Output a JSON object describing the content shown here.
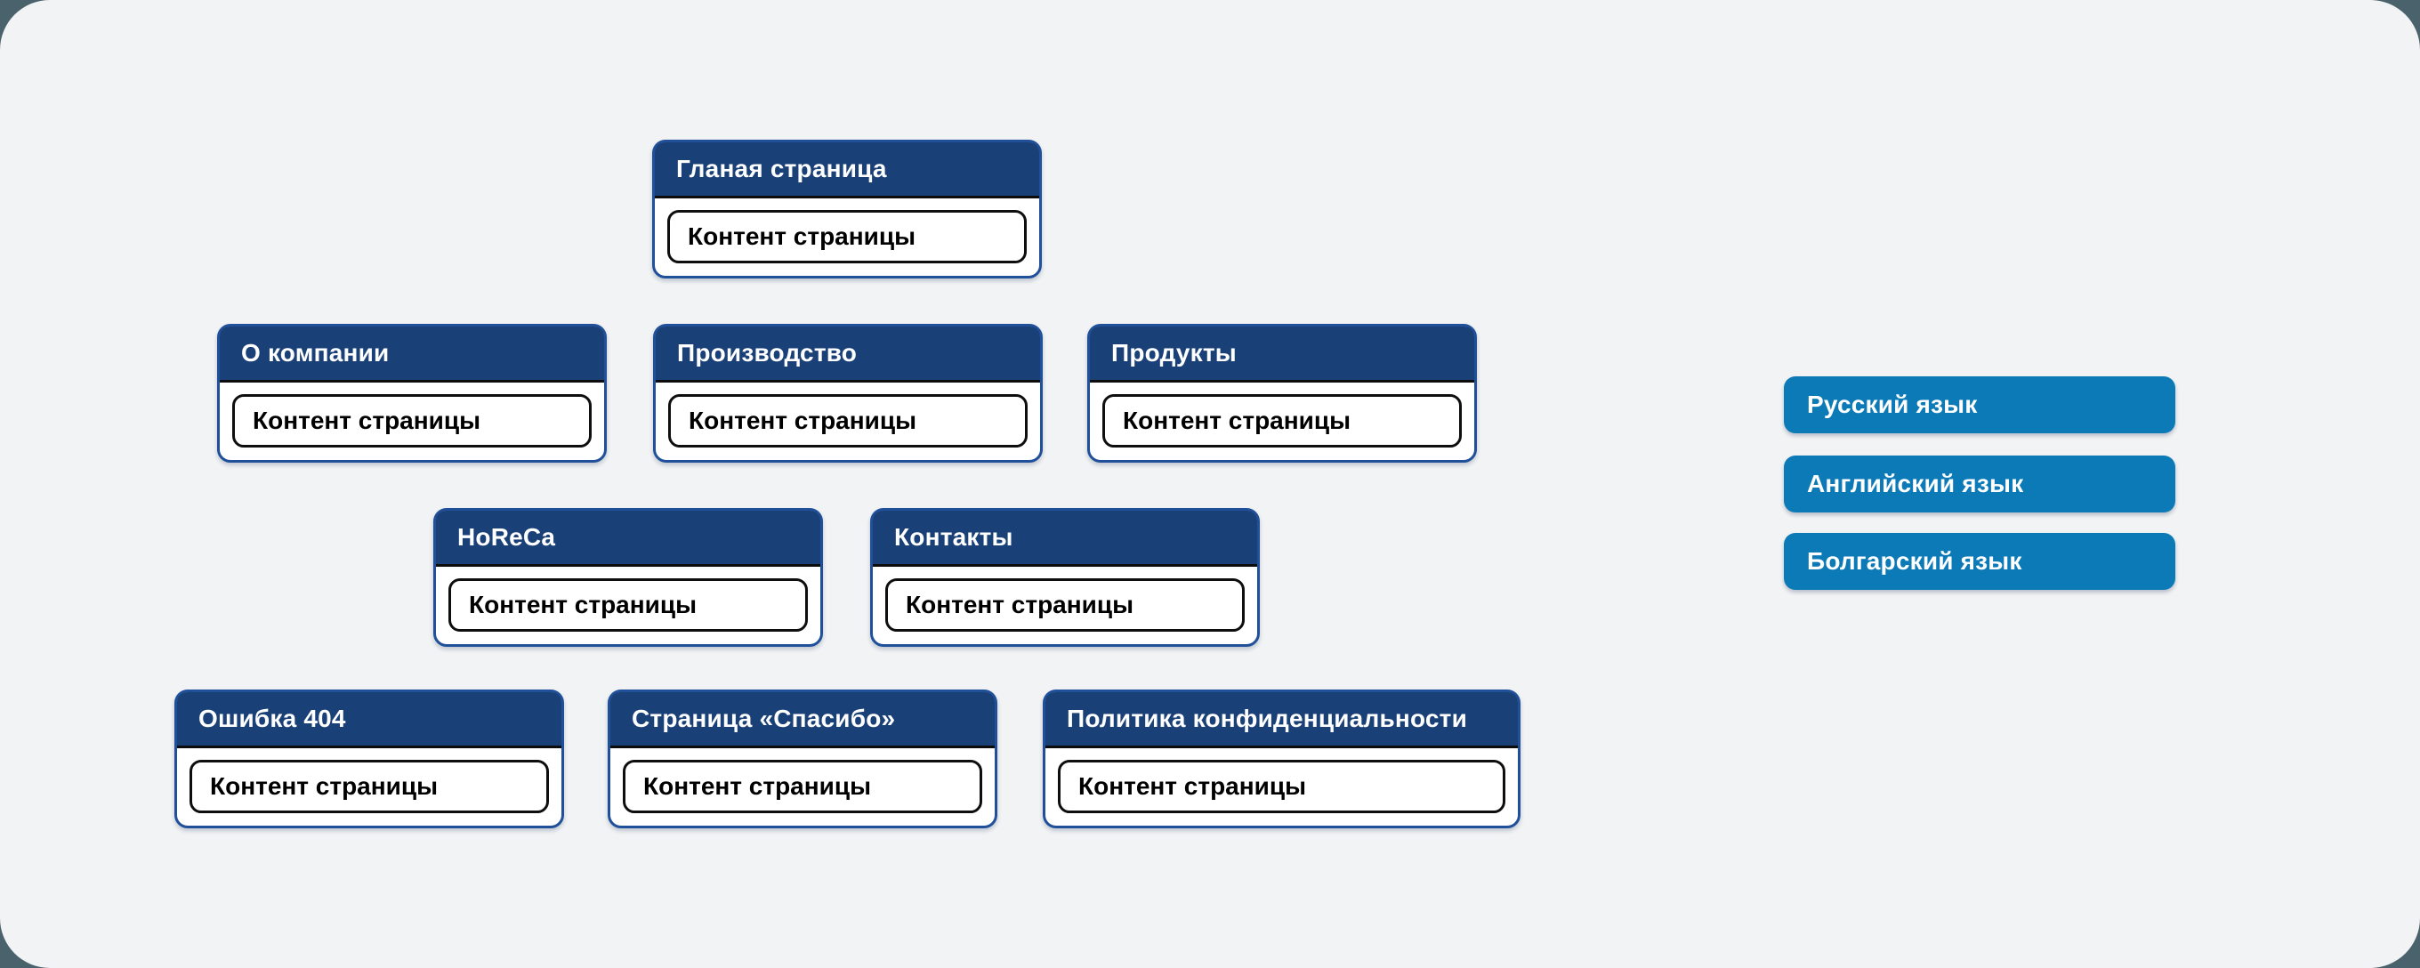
{
  "diagram": {
    "cards": [
      {
        "title": "Гланая страница",
        "content": "Контент страницы"
      },
      {
        "title": "О компании",
        "content": "Контент страницы"
      },
      {
        "title": "Производство",
        "content": "Контент страницы"
      },
      {
        "title": "Продукты",
        "content": "Контент страницы"
      },
      {
        "title": "HoReCa",
        "content": "Контент страницы"
      },
      {
        "title": "Контакты",
        "content": "Контент страницы"
      },
      {
        "title": "Ошибка 404",
        "content": "Контент страницы"
      },
      {
        "title": "Страница «Спасибо»",
        "content": "Контент страницы"
      },
      {
        "title": "Политика конфиденциальности",
        "content": "Контент страницы"
      }
    ],
    "language_buttons": [
      {
        "label": "Русский язык"
      },
      {
        "label": "Английский язык"
      },
      {
        "label": "Болгарский язык"
      }
    ]
  },
  "colors": {
    "canvas_background": "#f1f3f4",
    "outside_background": "#4a626b",
    "card_header": "#1a4078",
    "card_border": "#20509a",
    "header_separator": "#0c0c0c",
    "content_border": "#0e0e0e",
    "button_blue": "#0c7ab7",
    "header_text": "#ffffff",
    "content_text": "#000000"
  }
}
